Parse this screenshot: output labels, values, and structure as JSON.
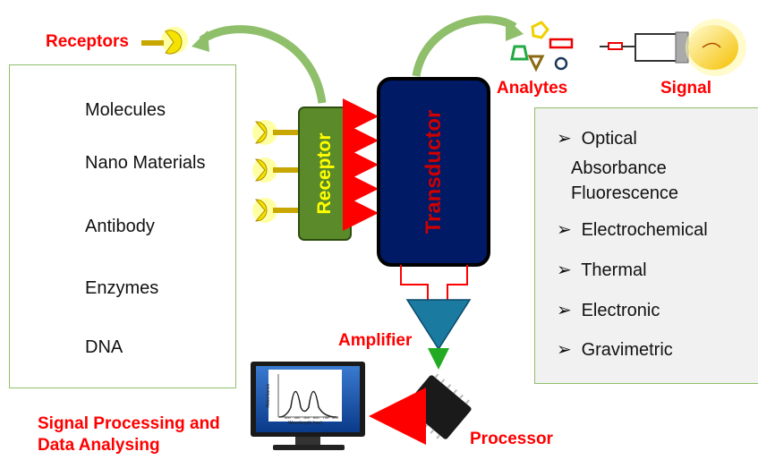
{
  "labels": {
    "receptors": "Receptors",
    "analytes": "Analytes",
    "signal": "Signal",
    "receptor": "Receptor",
    "transductor": "Transductor",
    "amplifier": "Amplifier",
    "processor": "Processor",
    "signal_processing_line1": "Signal Processing and",
    "signal_processing_line2": "Data Analysing"
  },
  "receptor_types": [
    {
      "label": "Molecules",
      "icon": "molecule-icon"
    },
    {
      "label": "Nano Materials",
      "icon": "nanomaterial-icon"
    },
    {
      "label": "Antibody",
      "icon": "antibody-icon"
    },
    {
      "label": "Enzymes",
      "icon": "enzyme-icon"
    },
    {
      "label": "DNA",
      "icon": "dna-icon"
    }
  ],
  "signal_types": {
    "optical": "Optical",
    "absorbance": "Absorbance",
    "fluorescence": "Fluorescence",
    "electrochemical": "Electrochemical",
    "thermal": "Thermal",
    "electronic": "Electronic",
    "gravimetric": "Gravimetric",
    "bullet": "➢"
  },
  "monitor": {
    "y_label": "Absorbance",
    "x_label": "Wavelength (nm)",
    "ticks": [
      "300",
      "400",
      "500",
      "600",
      "700",
      "800"
    ]
  },
  "colors": {
    "label_red": "#ff0000",
    "receptor_green": "#5a8a2a",
    "receptor_text": "#ffff00",
    "transductor_navy": "#001a66",
    "transductor_text": "#cc0000",
    "amplifier_teal": "#1a7aa0",
    "panel_border": "#8fbf6a",
    "arrow_green": "#8fbf6a"
  }
}
